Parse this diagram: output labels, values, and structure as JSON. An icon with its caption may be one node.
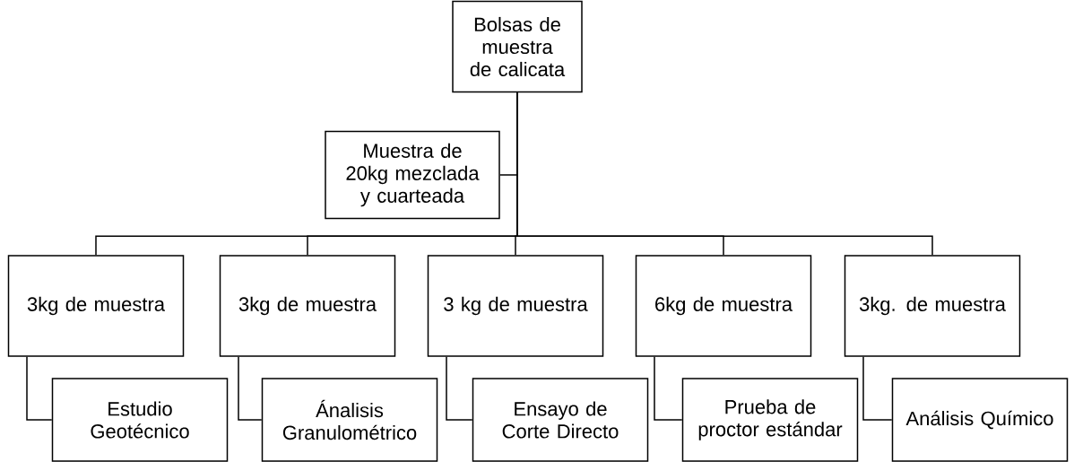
{
  "diagram": {
    "nodes": [
      {
        "text": [
          "Bolsas de muestra de calicata"
        ]
      },
      {
        "text": [
          "Muestra de 20kg mezclada y cuarteada"
        ]
      },
      {
        "text": [
          "3kg de muestra"
        ]
      },
      {
        "text": [
          "3kg de muestra"
        ]
      },
      {
        "text": [
          "3 kg de muestra"
        ]
      },
      {
        "text": [
          "6kg de muestra"
        ]
      },
      {
        "text": [
          "3kg. de muestra"
        ]
      },
      {
        "text": [
          "Estudio Geotécnico"
        ]
      },
      {
        "text": [
          "Ánalisis Granulométrico"
        ]
      },
      {
        "text": [
          "Ensayo de Corte Directo"
        ]
      },
      {
        "text": [
          "Prueba de proctor estándar"
        ]
      },
      {
        "text": [
          "Análisis Químico"
        ]
      }
    ],
    "edges": [
      {
        "from": 0,
        "to": 1,
        "arrow": "none"
      },
      {
        "from": 0,
        "to": 2,
        "arrow": "none"
      },
      {
        "from": 0,
        "to": 3,
        "arrow": "none"
      },
      {
        "from": 0,
        "to": 4,
        "arrow": "none"
      },
      {
        "from": 0,
        "to": 5,
        "arrow": "none"
      },
      {
        "from": 0,
        "to": 6,
        "arrow": "none"
      },
      {
        "from": 2,
        "to": 7,
        "arrow": "none"
      },
      {
        "from": 3,
        "to": 8,
        "arrow": "none"
      },
      {
        "from": 4,
        "to": 9,
        "arrow": "none"
      },
      {
        "from": 5,
        "to": 10,
        "arrow": "none"
      },
      {
        "from": 6,
        "to": 11,
        "arrow": "none"
      }
    ]
  }
}
